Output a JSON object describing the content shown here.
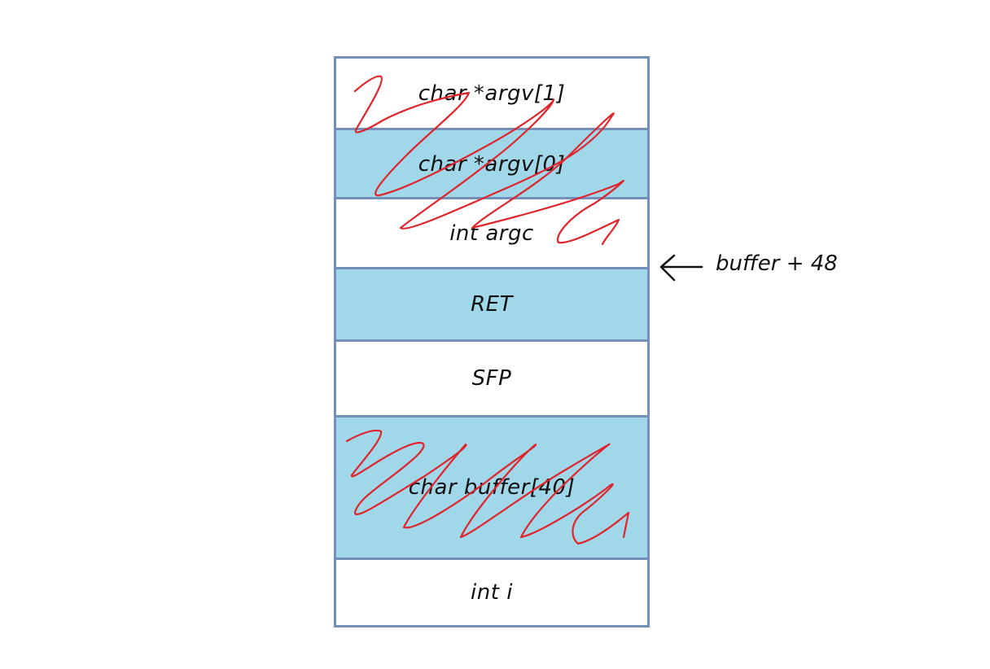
{
  "stack": {
    "cells": [
      {
        "label": "char *argv[1]",
        "filled": false
      },
      {
        "label": "char *argv[0]",
        "filled": true
      },
      {
        "label": "int argc",
        "filled": false
      },
      {
        "label": "RET",
        "filled": true
      },
      {
        "label": "SFP",
        "filled": false
      },
      {
        "label": "char buffer[40]",
        "filled": true
      },
      {
        "label": "int i",
        "filled": false
      }
    ]
  },
  "pointer": {
    "label": "buffer + 48"
  },
  "colors": {
    "border": "#7590b8",
    "fill": "#a0d8ea",
    "scribble": "#e0242c",
    "text": "#111111"
  }
}
